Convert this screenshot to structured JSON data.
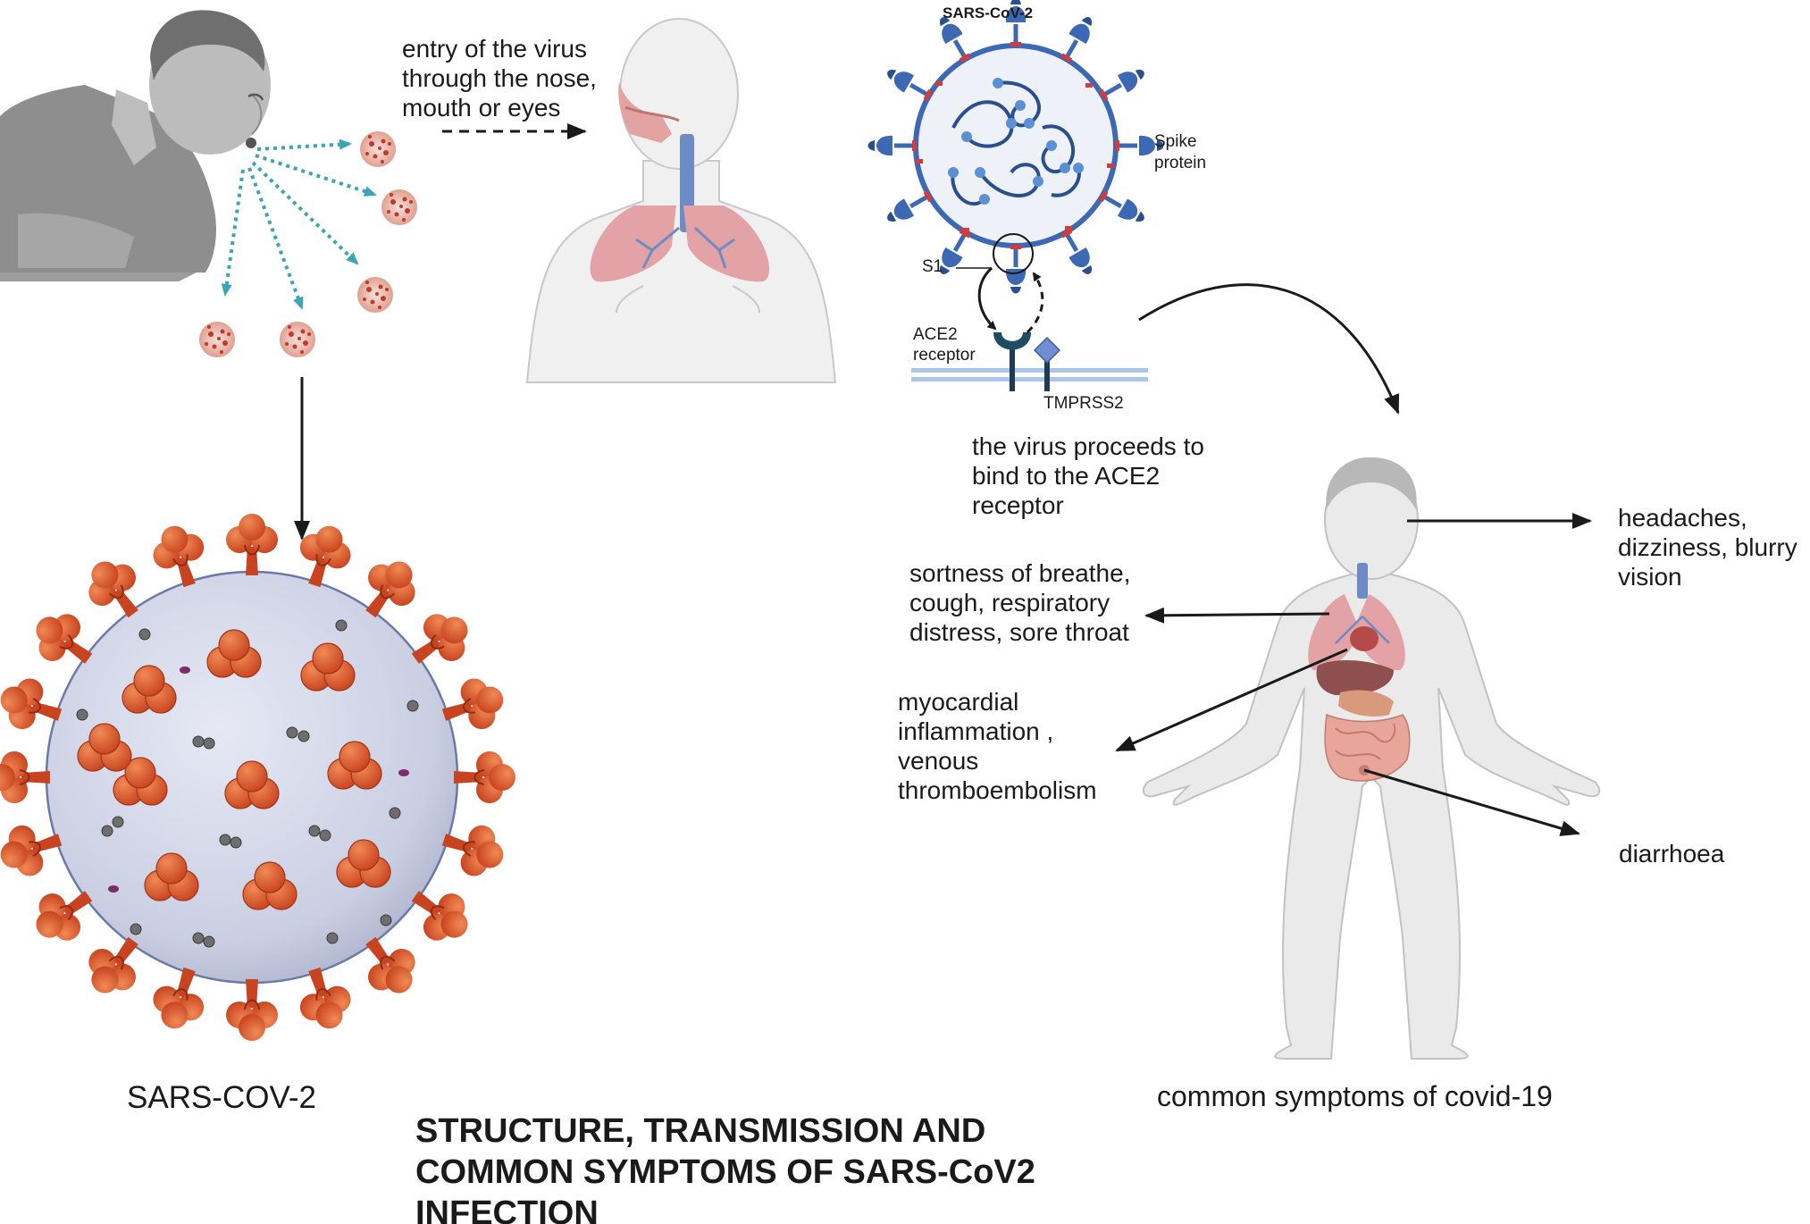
{
  "labels": {
    "entry": "entry of the virus\nthrough the nose,\nmouth or eyes",
    "virus_small_title": "SARS-CoV-2",
    "spike": "Spike\nprotein",
    "s1": "S1",
    "ace2": "ACE2\nreceptor",
    "tmprss2": "TMPRSS2",
    "bind": "the virus proceeds to\nbind to the ACE2\nreceptor",
    "headaches": "headaches,\ndizziness, blurry\nvision",
    "respiratory": "sortness of breathe,\ncough, respiratory\ndistress, sore throat",
    "myocardial": "myocardial\ninflammation ,\nvenous\nthromboembolism",
    "diarrhoea": "diarrhoea",
    "common_symptoms": "common symptoms of covid-19",
    "virus_big_caption": "SARS-COV-2",
    "main_title": "STRUCTURE, TRANSMISSION AND\nCOMMON SYMPTOMS OF SARS-CoV2\nINFECTION"
  },
  "colors": {
    "arrow": "#1a1a1a",
    "droplet_arrow": "#3aa5b5",
    "virus_envelope": "#c7cce0",
    "spike_orange": "#d9522b",
    "small_virus_blue": "#3d68b4",
    "lung_pink": "#e3a3a6",
    "body_grey": "#e6e6e6",
    "person_grey": "#9b9b9b"
  }
}
